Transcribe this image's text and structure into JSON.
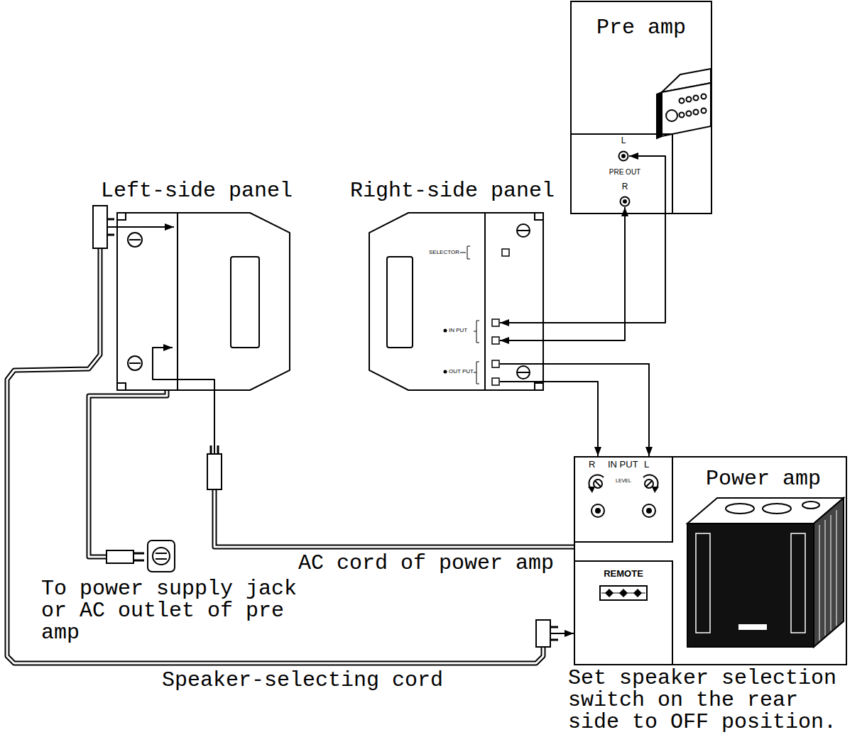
{
  "diagram": {
    "nodes": [
      {
        "text": [
          "Pre amp"
        ]
      },
      {
        "text": [
          "L",
          "PRE OUT",
          "R"
        ],
        "in": 0
      },
      {
        "text": [
          "Left-side panel"
        ]
      },
      {
        "text": [
          "Right-side panel",
          "SELECTOR",
          "IN PUT",
          "OUT PUT"
        ]
      },
      {
        "text": [
          "Power amp"
        ]
      },
      {
        "text": [
          "R",
          "IN PUT",
          "L",
          "LEVEL"
        ],
        "in": 4
      },
      {
        "text": [
          "REMOTE"
        ],
        "in": 4
      }
    ],
    "edges": [
      {
        "from": 1,
        "to": 3,
        "arrow": "both"
      },
      {
        "from": 1,
        "to": 3,
        "arrow": "both"
      },
      {
        "from": 3,
        "to": 5,
        "arrow": "to"
      },
      {
        "from": 3,
        "to": 5,
        "arrow": "to"
      },
      {
        "from": 4,
        "to": 2,
        "label": "AC cord of power amp",
        "arrow": "to"
      },
      {
        "from": 2,
        "to": 6,
        "label": "Speaker-selecting cord",
        "arrow": "both"
      }
    ],
    "labels": [
      "To power supply jack or AC outlet of pre amp",
      "Set speaker selection switch on the rear side to OFF position."
    ]
  }
}
